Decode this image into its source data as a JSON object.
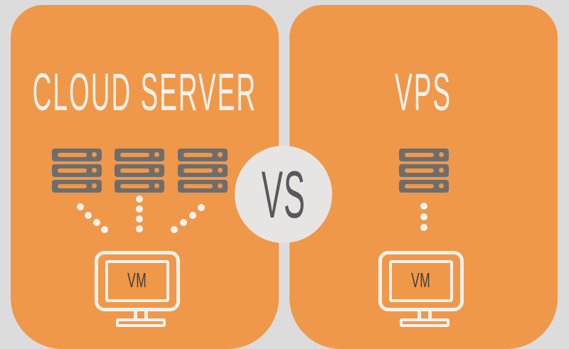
{
  "colors": {
    "background": "#dcdcdc",
    "panel_orange": "#ef9849",
    "server_gray": "#6e6d6d",
    "icon_white": "#f2f1ee",
    "vs_circle_gray": "#e6e5e4",
    "vs_text_gray": "#59585a",
    "vm_text_dark": "#3e3d3d"
  },
  "left_panel": {
    "title": "CLOUD SERVER",
    "server_stacks": 3,
    "servers_per_stack": 3,
    "connector_dotted_lines": 3,
    "monitor_label": "VM"
  },
  "divider": {
    "label": "VS"
  },
  "right_panel": {
    "title": "VPS",
    "server_stacks": 1,
    "servers_per_stack": 3,
    "connector_dotted_lines": 1,
    "monitor_label": "VM"
  }
}
